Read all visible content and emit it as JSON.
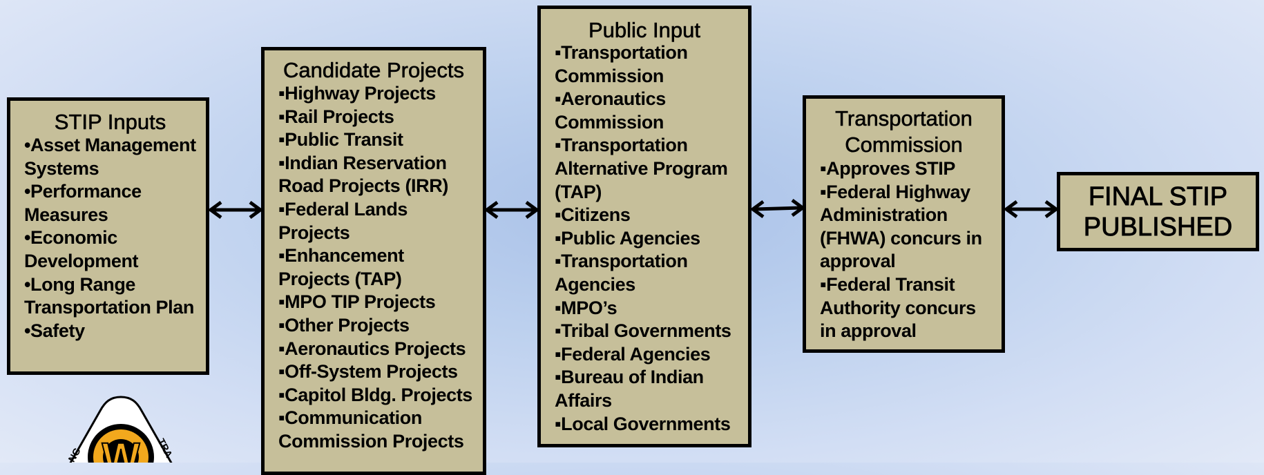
{
  "stip_inputs": {
    "title": "STIP Inputs",
    "items": [
      "•Asset Management Systems",
      "•Performance Measures",
      "•Economic Development",
      "•Long Range Transportation Plan",
      "•Safety"
    ]
  },
  "candidate_projects": {
    "title": "Candidate Projects",
    "items": [
      "▪Highway Projects",
      "▪Rail Projects",
      "▪Public Transit",
      "▪Indian Reservation Road Projects (IRR)",
      "▪Federal Lands Projects",
      "▪Enhancement Projects (TAP)",
      "▪MPO TIP Projects",
      "▪Other Projects",
      "▪Aeronautics Projects",
      "▪Off-System Projects",
      "▪Capitol Bldg. Projects",
      "▪Communication Commission Projects"
    ]
  },
  "public_input": {
    "title": "Public Input",
    "items": [
      "▪Transportation Commission",
      "▪Aeronautics Commission",
      "▪Transportation Alternative Program (TAP)",
      "▪Citizens",
      "▪Public Agencies",
      "▪Transportation Agencies",
      "▪MPO’s",
      "▪Tribal Governments",
      "▪Federal Agencies",
      "▪Bureau of Indian Affairs",
      "▪Local Governments"
    ]
  },
  "transportation_commission": {
    "title": "Transportation Commission",
    "items": [
      "▪Approves STIP",
      "▪Federal Highway Administration (FHWA) concurs in approval",
      "▪Federal Transit Authority concurs in approval"
    ]
  },
  "final": {
    "title": "FINAL STIP PUBLISHED"
  },
  "logo": {
    "letter": "W",
    "text_left": "NG",
    "text_right": "TRA",
    "colors": {
      "orange": "#f2a81d",
      "black": "#000000"
    }
  }
}
